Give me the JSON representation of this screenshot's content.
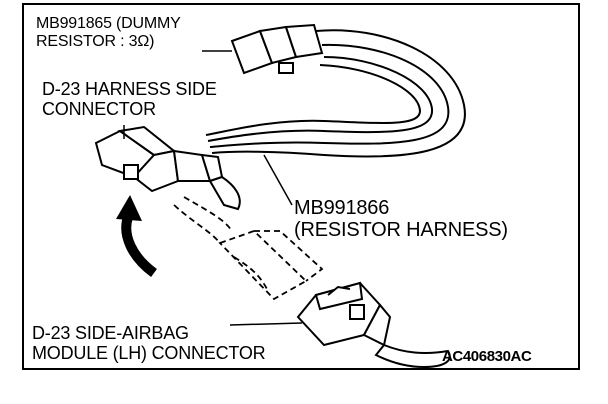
{
  "labels": {
    "dummy_resistor": [
      "MB991865 (DUMMY",
      "RESISTOR : 3Ω)"
    ],
    "harness_connector": [
      "D-23 HARNESS SIDE",
      "CONNECTOR"
    ],
    "resistor_harness": [
      "MB991866",
      "(RESISTOR HARNESS)"
    ],
    "airbag_connector": [
      "D-23 SIDE-AIRBAG",
      "MODULE (LH) CONNECTOR"
    ],
    "figure_code": "AC406830AC"
  },
  "icons": {
    "arrow": "curved-up-arrow-icon"
  },
  "colors": {
    "ink": "#000000",
    "paper": "#ffffff"
  }
}
